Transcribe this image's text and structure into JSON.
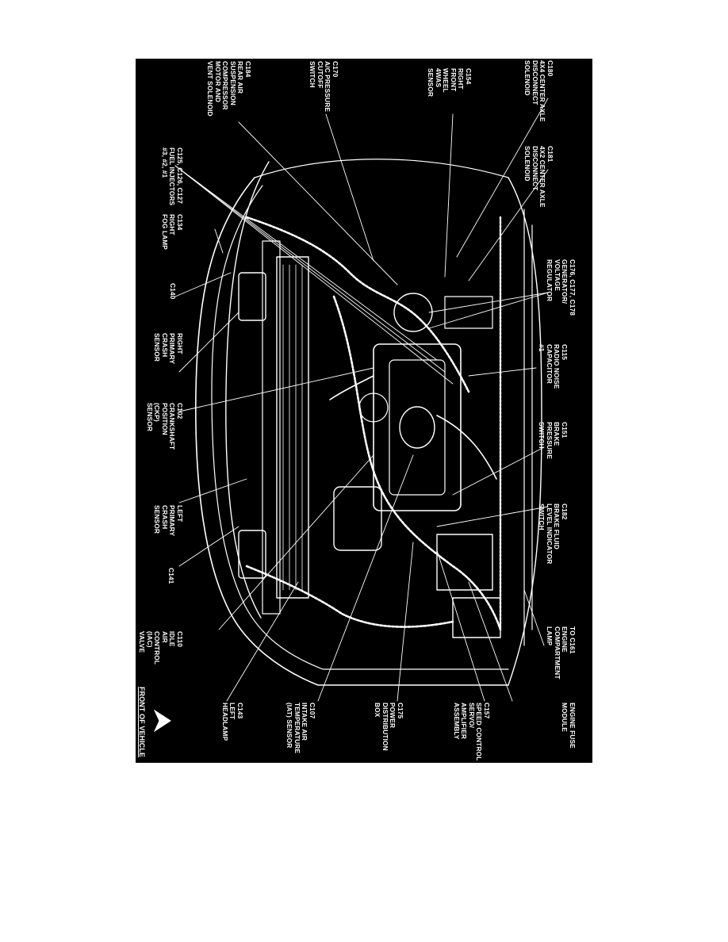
{
  "callouts": [
    {
      "id": "c180",
      "text": "C180\n4X4 CENTER AXLE\nDISCONNECT\nSOLENOID"
    },
    {
      "id": "c154",
      "text": "C154\nRIGHT\nFRONT\nWHEEL\n4WAS\nSENSOR"
    },
    {
      "id": "c170",
      "text": "C170\nA/C PRESSURE\nCUTOFF\nSWITCH"
    },
    {
      "id": "c184",
      "text": "C184\nREAR AIR\nSUSPENSION\nCOMPRESSOR\nMOTOR AND\nVENT SOLENOID"
    },
    {
      "id": "c181",
      "text": "C181\n4X2 CENTER AXLE\nDISCONNECT\nSOLENOID"
    },
    {
      "id": "c125",
      "text": "C125, C126, C127\nFUEL INJECTORS\n#3, #2, #1"
    },
    {
      "id": "c134",
      "text": "C134\nRIGHT\nFOG LAMP"
    },
    {
      "id": "c176",
      "text": "C176, C177, C178\nGENERATOR/\nVOLTAGE\nREGULATOR"
    },
    {
      "id": "c140",
      "text": "C140"
    },
    {
      "id": "right_crash",
      "text": "RIGHT\nPRIMARY\nCRASH\nSENSOR"
    },
    {
      "id": "c115",
      "text": "C115\nRADIO NOISE\nCAPACITOR\n#1"
    },
    {
      "id": "c102",
      "text": "C102\nCRANKSHAFT\nPOSITION\n(CKP)\nSENSOR"
    },
    {
      "id": "c151",
      "text": "C151\nBRAKE\nPRESSURE\nSWITCH"
    },
    {
      "id": "c182",
      "text": "C182\nBRAKE FLUID\nLEVEL INDICATOR\nSWITCH"
    },
    {
      "id": "left_crash",
      "text": "LEFT\nPRIMARY\nCRASH\nSENSOR"
    },
    {
      "id": "c141",
      "text": "C141"
    },
    {
      "id": "c161",
      "text": "TO C161\nENGINE\nCOMPARTMENT\nLAMP"
    },
    {
      "id": "c110",
      "text": "C110\nIDLE\nAIR\nCONTROL\n(IAC)\nVALVE"
    },
    {
      "id": "engine_fuse",
      "text": "ENGINE FUSE\nMODULE"
    },
    {
      "id": "c157",
      "text": "C157\nSPEED CONTROL\nSERVO/\nAMPLIFIER\nASSEMBLY"
    },
    {
      "id": "c175",
      "text": "C175\nPOWER\nDISTRIBUTION\nBOX"
    },
    {
      "id": "c107",
      "text": "C107\nINTAKE AIR\nTEMPERATURE\n(IAT) SENSOR"
    },
    {
      "id": "c143",
      "text": "C143\nLEFT\nHEADLAMP"
    }
  ],
  "front_of_vehicle": "FRONT OF VEHICLE",
  "icons": {
    "direction": "arrow-chevron-icon"
  },
  "colors": {
    "panel": "#000000",
    "ink": "#ffffff",
    "page": "#ffffff"
  }
}
